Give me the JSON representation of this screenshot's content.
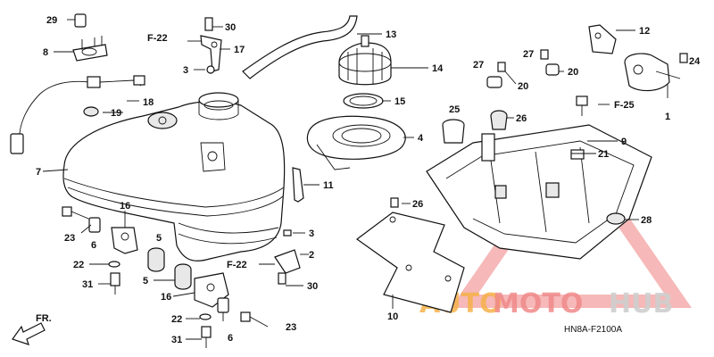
{
  "diagram": {
    "code": "HN8A-F2100A",
    "front_label": "FR.",
    "watermark": {
      "part1": "AUTO",
      "part2": "MOTO",
      "part3": "HUB",
      "color1": "#f6b24a",
      "color2": "#f08a8a",
      "color3": "#d9d9d9"
    },
    "labels": {
      "l29": "29",
      "l8": "8",
      "l18": "18",
      "l19": "19",
      "l7": "7",
      "l30a": "30",
      "lf22a": "F-22",
      "l17": "17",
      "l3a": "3",
      "l13": "13",
      "l14": "14",
      "l15": "15",
      "l4": "4",
      "l11": "11",
      "l12": "12",
      "l27a": "27",
      "l27b": "27",
      "l20a": "20",
      "l20b": "20",
      "l24": "24",
      "lf25": "F-25",
      "l1": "1",
      "l25": "25",
      "l26a": "26",
      "l9": "9",
      "l21": "21",
      "l26b": "26",
      "l28": "28",
      "l10": "10",
      "l23a": "23",
      "l6a": "6",
      "l16a": "16",
      "l5a": "5",
      "l5b": "5",
      "l22a": "22",
      "l31a": "31",
      "l3b": "3",
      "l2": "2",
      "lf22b": "F-22",
      "l30b": "30",
      "l16b": "16",
      "l22b": "22",
      "l31b": "31",
      "l6b": "6",
      "l23b": "23"
    }
  }
}
